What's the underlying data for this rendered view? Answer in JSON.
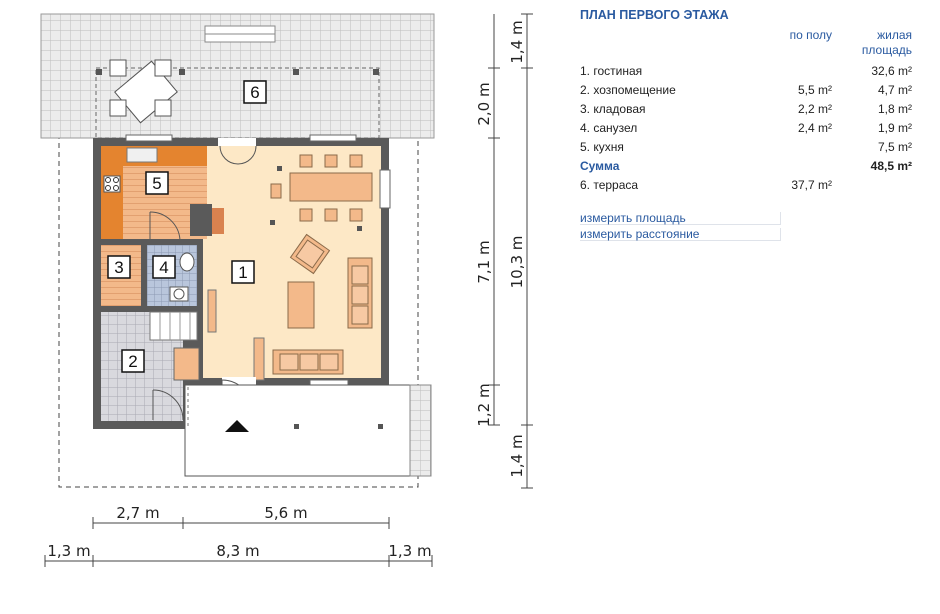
{
  "legend": {
    "title": "ПЛАН ПЕРВОГО ЭТАЖА",
    "col_floor": "по полу",
    "col_living": "жилая площадь",
    "rows": [
      {
        "name": "1. гостиная",
        "floor": "",
        "living": "32,6 m²"
      },
      {
        "name": "2. хозпомещение",
        "floor": "5,5 m²",
        "living": "4,7 m²"
      },
      {
        "name": "3. кладовая",
        "floor": "2,2 m²",
        "living": "1,8 m²"
      },
      {
        "name": "4. санузел",
        "floor": "2,4 m²",
        "living": "1,9 m²"
      },
      {
        "name": "5. кухня",
        "floor": "",
        "living": "7,5 m²"
      }
    ],
    "sum": {
      "name": "Сумма",
      "living": "48,5 m²"
    },
    "terrace": {
      "name": "6. терраса",
      "floor": "37,7 m²",
      "living": ""
    }
  },
  "tools": {
    "measure_area": "измерить площадь",
    "measure_distance": "измерить расстояние"
  },
  "dims": {
    "bottom1_a": "2,7 m",
    "bottom1_b": "5,6 m",
    "bottom2_a": "1,3 m",
    "bottom2_b": "8,3 m",
    "bottom2_c": "1,3 m",
    "right1_a": "1,4 m",
    "right1_b": "2,0 m",
    "right1_c": "7,1 m",
    "right1_d": "1,2 m",
    "right2_a": "10,3 m",
    "right2_b": "1,4 m"
  },
  "rooms": {
    "r1": "1",
    "r2": "2",
    "r3": "3",
    "r4": "4",
    "r5": "5",
    "r6": "6"
  }
}
